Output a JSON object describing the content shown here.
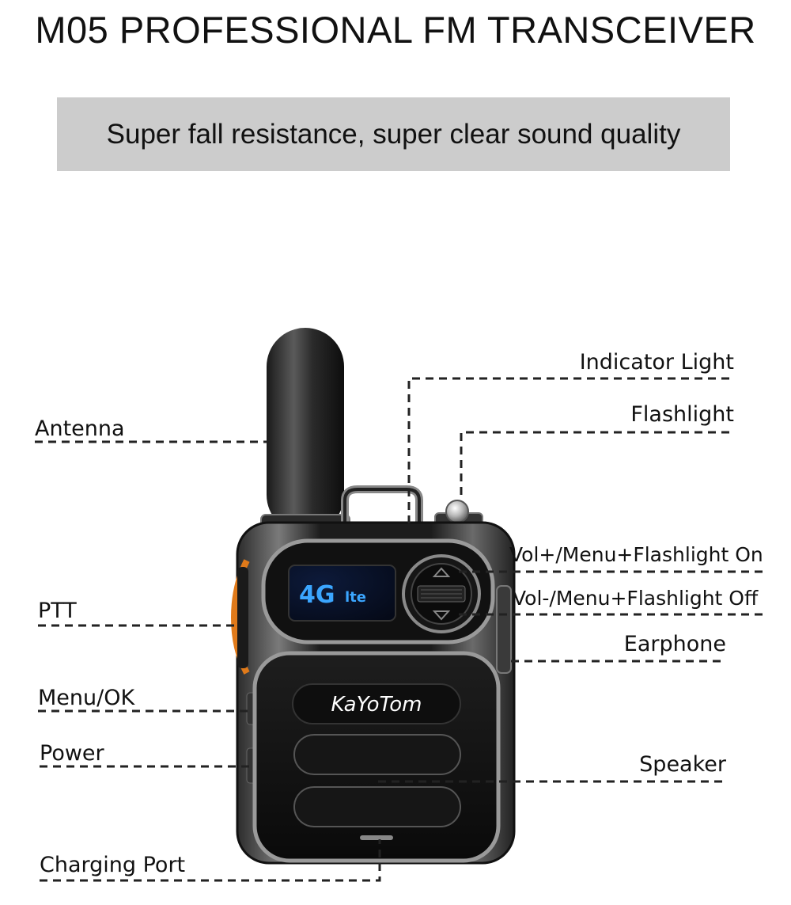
{
  "header": {
    "title": "M05 PROFESSIONAL FM TRANSCEIVER",
    "subtitle": "Super fall resistance, super clear sound quality"
  },
  "device": {
    "brand": "KaYoTom",
    "screen_text_main": "4G",
    "screen_text_sub": "lte"
  },
  "callouts": {
    "antenna": "Antenna",
    "ptt": "PTT",
    "menu_ok": "Menu/OK",
    "power": "Power",
    "charging_port": "Charging Port",
    "indicator_light": "Indicator Light",
    "flashlight": "Flashlight",
    "vol_up": "Vol+/Menu+Flashlight On",
    "vol_down": "Vol-/Menu+Flashlight Off",
    "earphone": "Earphone",
    "speaker": "Speaker"
  },
  "colors": {
    "banner": "#cccccc",
    "screen_text": "#3ba6ff",
    "accent_orange": "#e07a1a",
    "body_black": "#111111"
  }
}
